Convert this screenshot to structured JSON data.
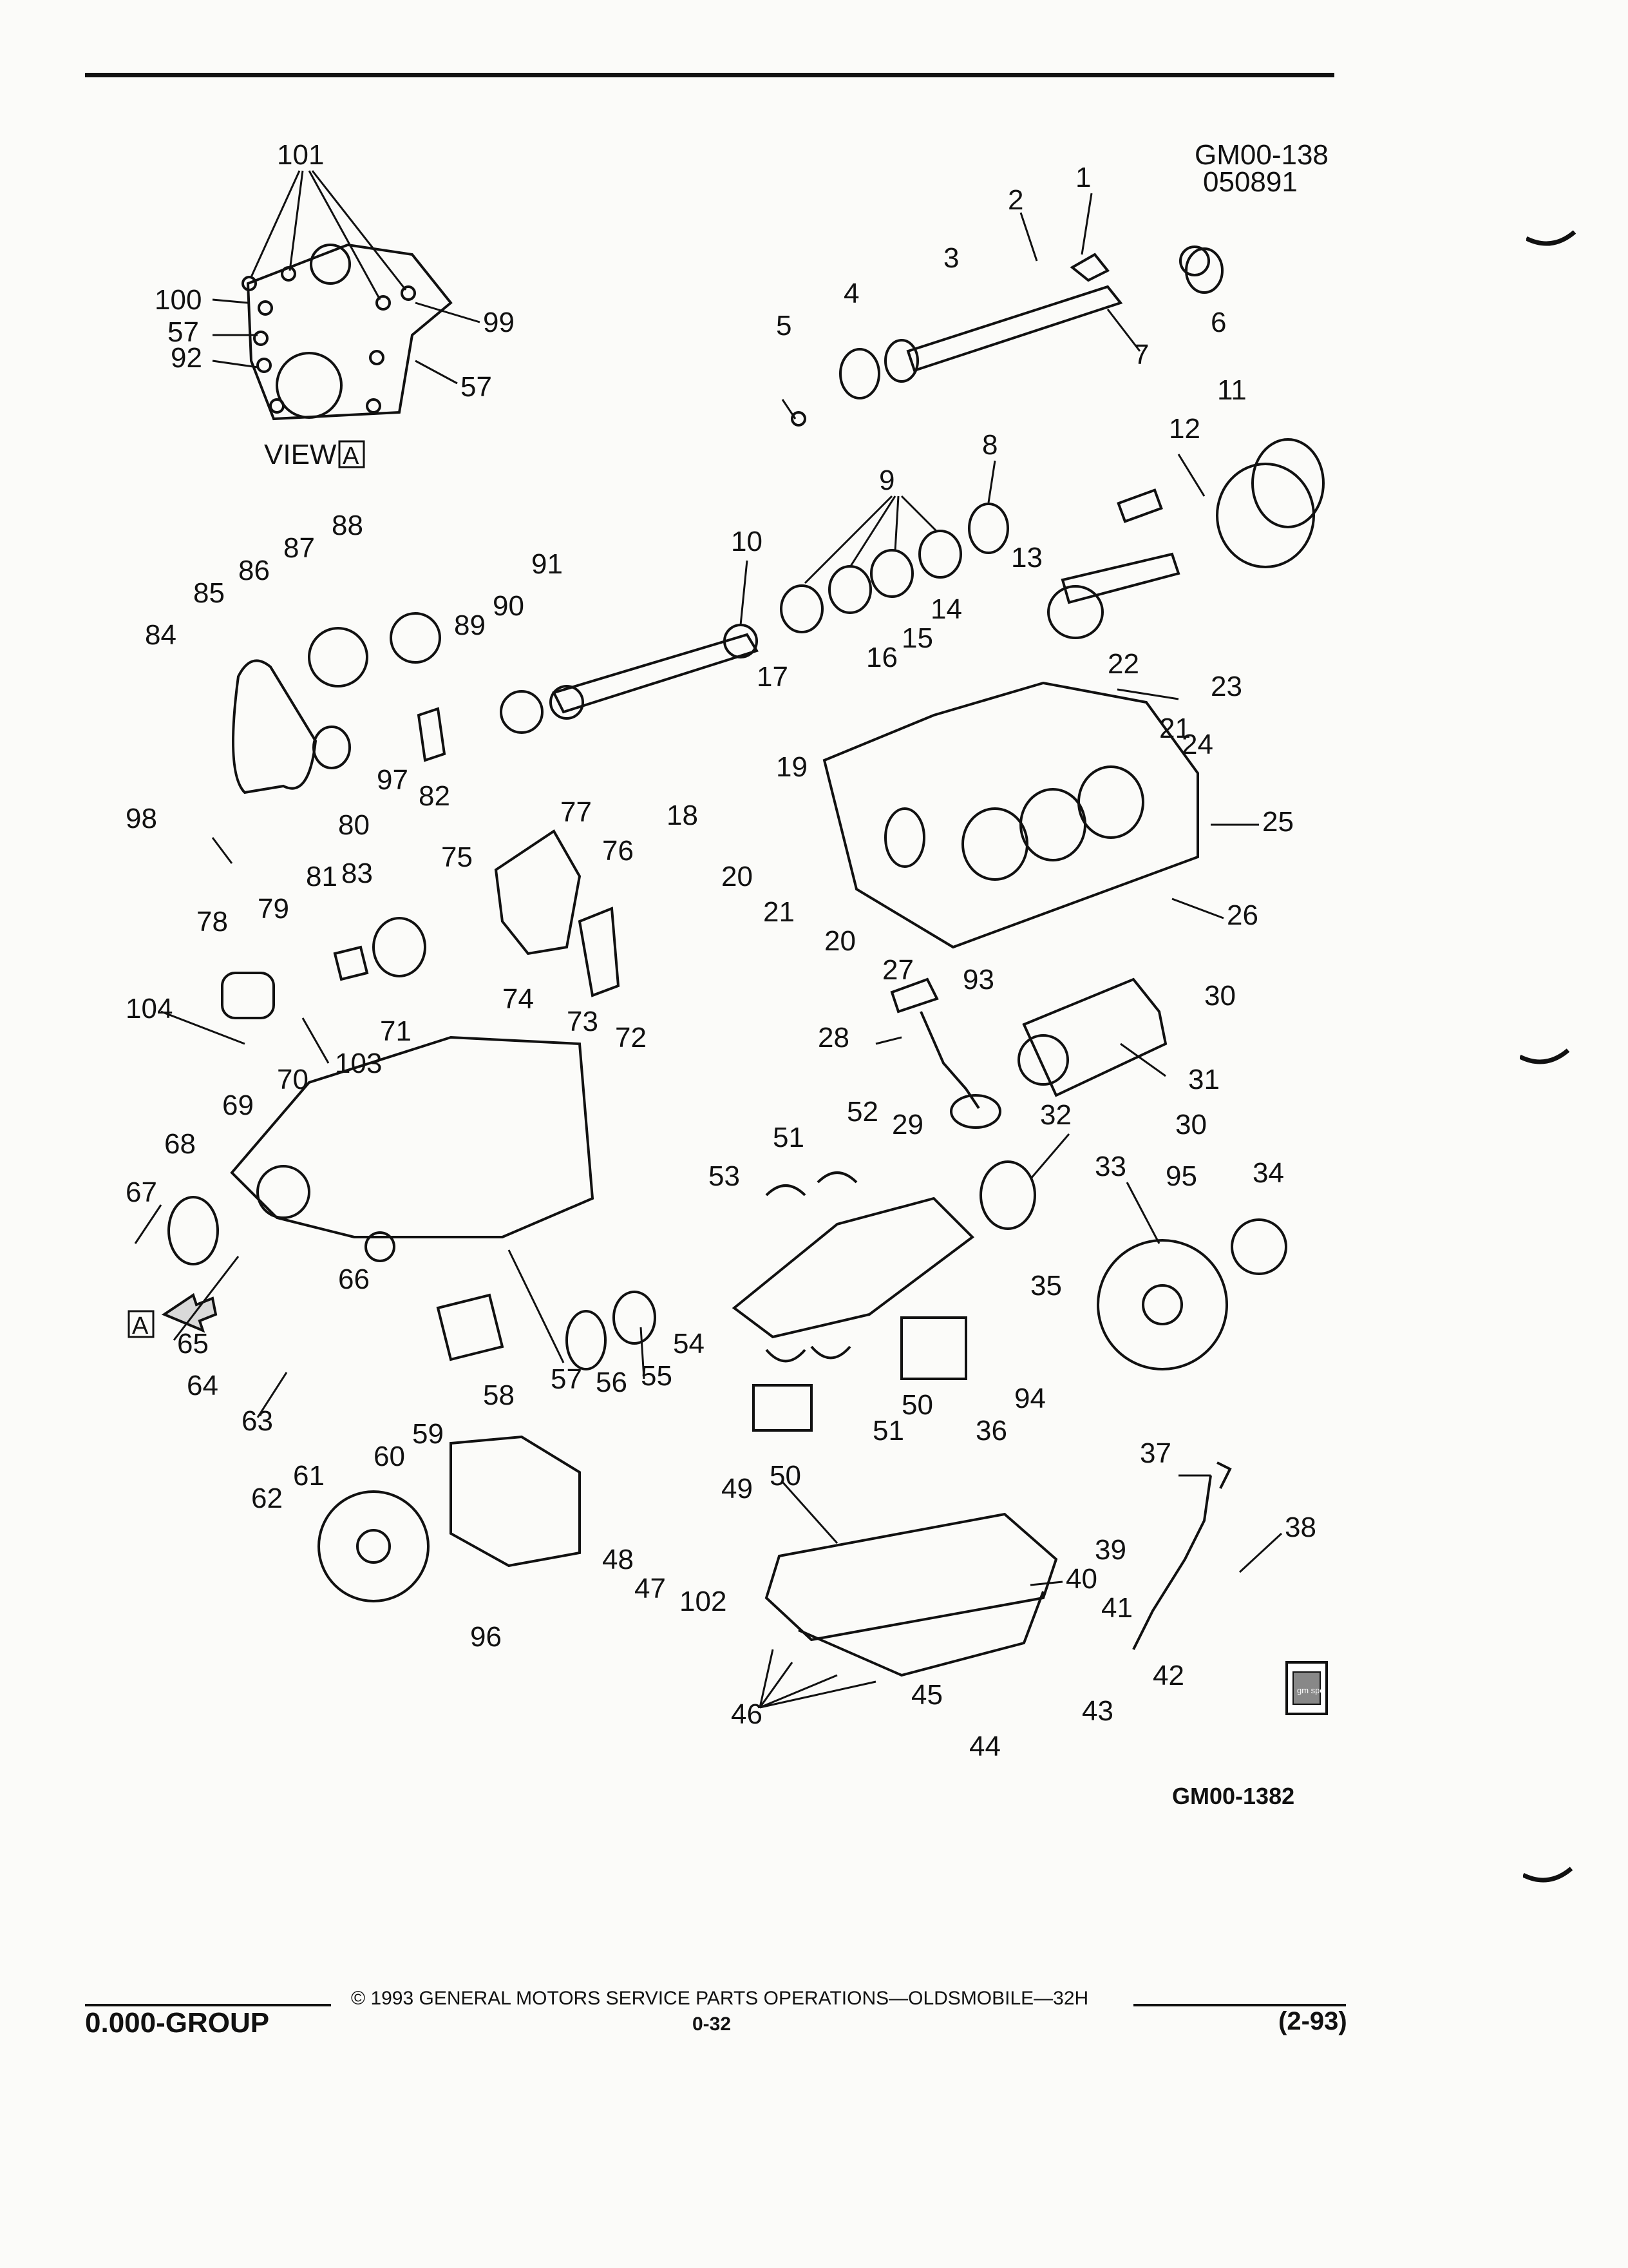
{
  "header": {
    "code": "GM00-138",
    "date_code": "050891"
  },
  "view_a": {
    "label": "VIEW",
    "box_letter": "A"
  },
  "callouts": [
    "1",
    "2",
    "3",
    "4",
    "5",
    "6",
    "7",
    "8",
    "9",
    "10",
    "11",
    "12",
    "13",
    "14",
    "15",
    "16",
    "17",
    "18",
    "19",
    "20",
    "21",
    "22",
    "23",
    "24",
    "25",
    "26",
    "27",
    "28",
    "29",
    "30",
    "31",
    "32",
    "33",
    "34",
    "35",
    "36",
    "37",
    "38",
    "39",
    "40",
    "41",
    "42",
    "43",
    "44",
    "45",
    "46",
    "47",
    "48",
    "49",
    "50",
    "51",
    "52",
    "53",
    "54",
    "55",
    "56",
    "57",
    "58",
    "59",
    "60",
    "61",
    "62",
    "63",
    "64",
    "65",
    "66",
    "67",
    "68",
    "69",
    "70",
    "71",
    "72",
    "73",
    "74",
    "75",
    "76",
    "77",
    "78",
    "79",
    "80",
    "81",
    "82",
    "83",
    "84",
    "85",
    "86",
    "87",
    "88",
    "89",
    "90",
    "91",
    "92",
    "93",
    "94",
    "95",
    "96",
    "97",
    "98",
    "99",
    "100",
    "101",
    "102",
    "103",
    "104"
  ],
  "view_marker": "A",
  "figure_code": "GM00-1382",
  "badge": "gm spo",
  "footer": {
    "copyright": "© 1993 GENERAL MOTORS SERVICE PARTS OPERATIONS—OLDSMOBILE—32H",
    "group": "0.000-GROUP",
    "page": "0-32",
    "revision": "(2-93)"
  }
}
